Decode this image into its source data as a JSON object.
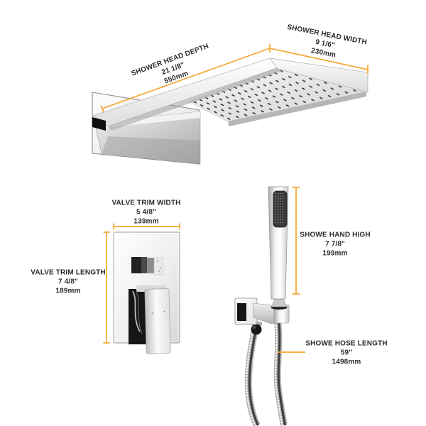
{
  "colors": {
    "accent": "#F5A62E",
    "text": "#2B2B2B"
  },
  "dimensions": {
    "shower_head_depth": {
      "name": "SHOWER HEAD DEPTH",
      "imperial": "21 1/8\"",
      "metric": "550mm"
    },
    "shower_head_width": {
      "name": "SHOWER HEAD WIDTH",
      "imperial": "9 1/6\"",
      "metric": "230mm"
    },
    "valve_trim_width": {
      "name": "VALVE TRIM WIDTH",
      "imperial": "5 4/8\"",
      "metric": "139mm"
    },
    "valve_trim_length": {
      "name": "VALVE TRIM LENGTH",
      "imperial": "7 4/8\"",
      "metric": "189mm"
    },
    "hand_shower_height": {
      "name": "SHOWE HAND HIGH",
      "imperial": "7 7/8\"",
      "metric": "199mm"
    },
    "hose_length": {
      "name": "SHOWE HOSE LENGTH",
      "imperial": "59\"",
      "metric": "1498mm"
    }
  }
}
